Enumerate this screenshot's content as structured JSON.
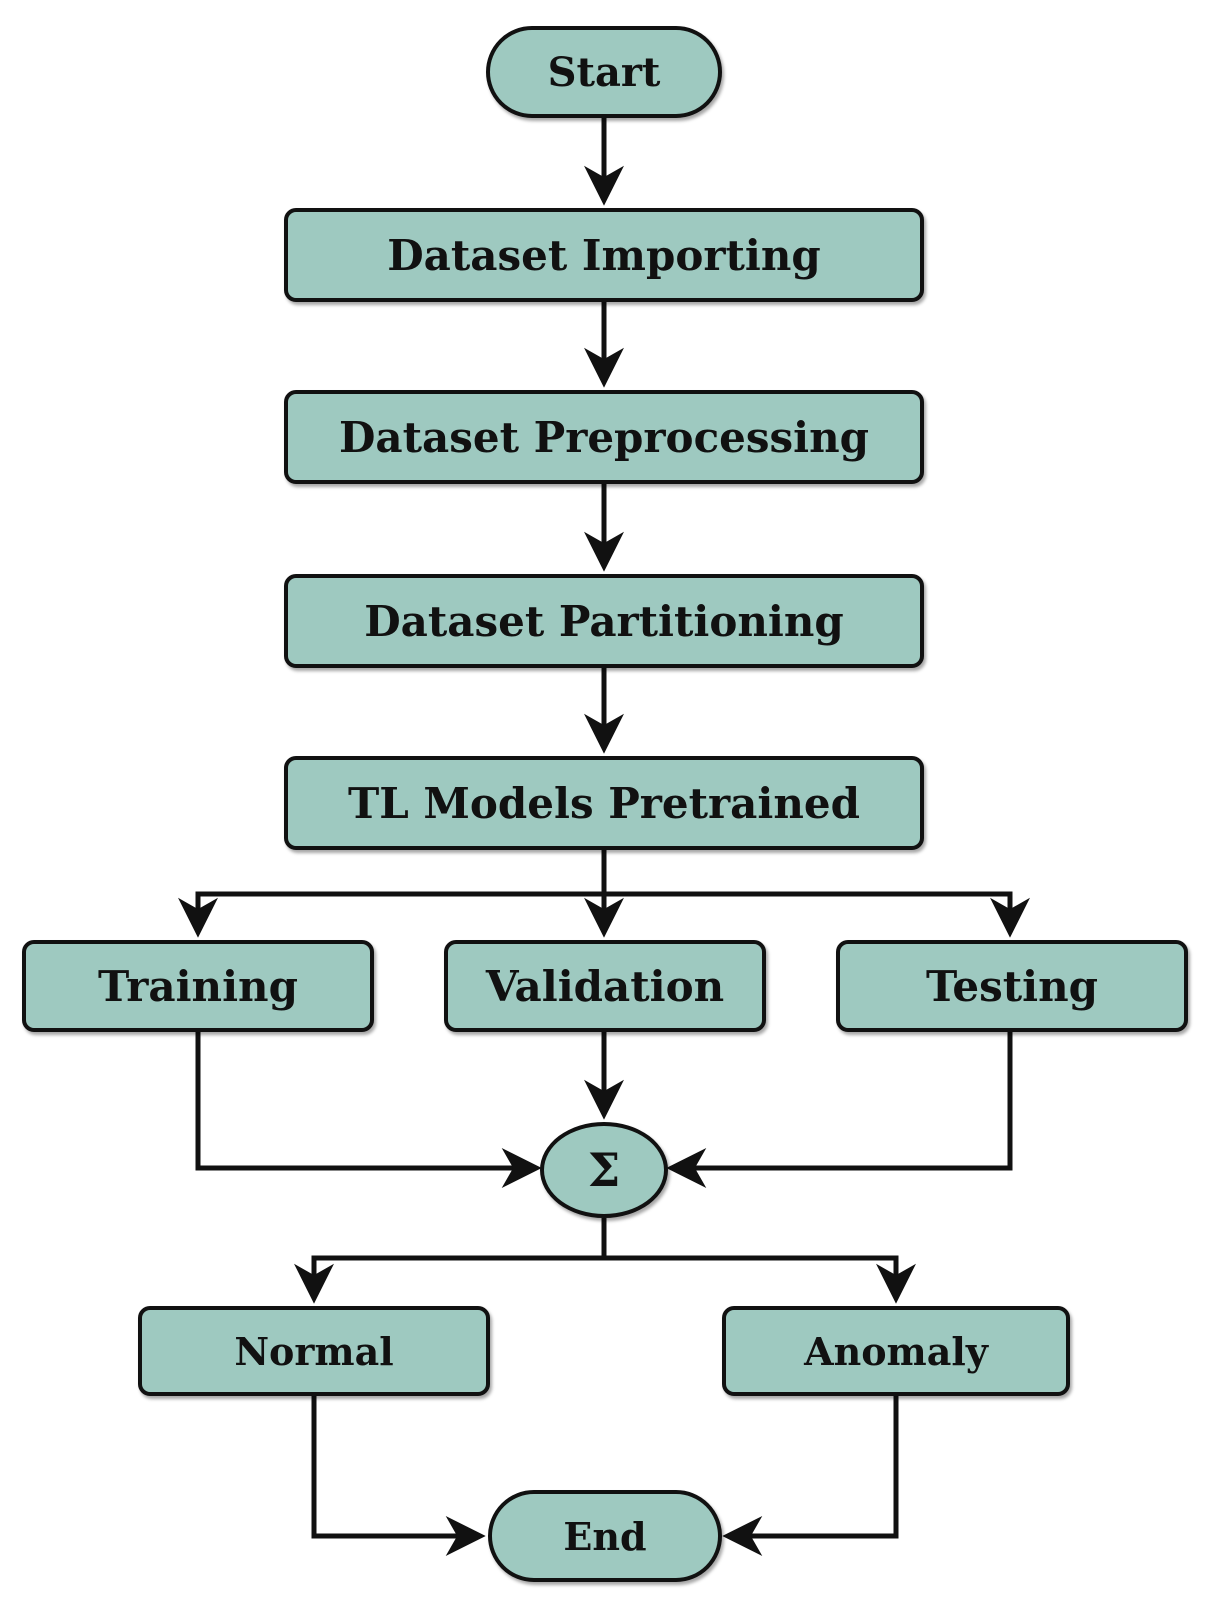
{
  "diagram": {
    "colors": {
      "node_fill": "#9ec9c0",
      "stroke": "#111111",
      "background": "#ffffff"
    },
    "nodes": {
      "start": "Start",
      "importing": "Dataset Importing",
      "preprocessing": "Dataset Preprocessing",
      "partitioning": "Dataset Partitioning",
      "pretrained": "TL Models Pretrained",
      "training": "Training",
      "validation": "Validation",
      "testing": "Testing",
      "sum": "Σ",
      "normal": "Normal",
      "anomaly": "Anomaly",
      "end": "End"
    },
    "edges": [
      [
        "start",
        "importing"
      ],
      [
        "importing",
        "preprocessing"
      ],
      [
        "preprocessing",
        "partitioning"
      ],
      [
        "partitioning",
        "pretrained"
      ],
      [
        "pretrained",
        "training"
      ],
      [
        "pretrained",
        "validation"
      ],
      [
        "pretrained",
        "testing"
      ],
      [
        "training",
        "sum"
      ],
      [
        "validation",
        "sum"
      ],
      [
        "testing",
        "sum"
      ],
      [
        "sum",
        "normal"
      ],
      [
        "sum",
        "anomaly"
      ],
      [
        "normal",
        "end"
      ],
      [
        "anomaly",
        "end"
      ]
    ]
  }
}
